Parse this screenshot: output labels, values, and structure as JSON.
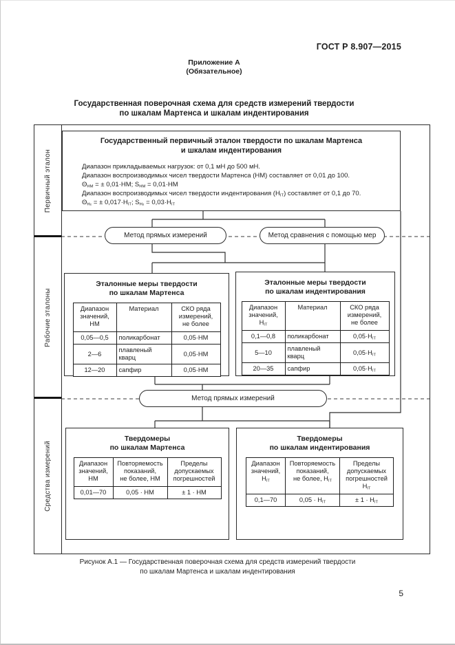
{
  "page": {
    "standard": "ГОСТ Р 8.907—2015",
    "annex": "Приложение А",
    "annex_type": "(Обязательное)",
    "title": "Государственная поверочная схема для средств измерений твердости\nпо шкалам Мартенса и шкалам индентирования",
    "caption": "Рисунок А.1 — Государственная поверочная схема для средств измерений твердости\nпо шкалам Мартенса и шкалам индентирования",
    "page_number": "5"
  },
  "fields": {
    "primary": "Первичный эталон",
    "working": "Рабочие эталоны",
    "instruments": "Средства измерений"
  },
  "primary_block": {
    "title": "Государственный первичный эталон твердости по шкалам Мартенса\nи шкалам индентирования",
    "lines": [
      "Диапазон прикладываемых нагрузок: от 0,1 мН до 500 мН.",
      "Диапазон воспроизводимых чисел твердости Мартенса (HM) составляет от 0,01 до 100.",
      "Θ~HM~ = ± 0,01·HM; S~HM~ = 0,01·HM",
      "Диапазон воспроизводимых чисел твердости индентирования (H~IT~) составляет от 0,1 до 70.",
      "Θ~Hᵢₜ~ = ± 0,017·H~IT~; S~Hᵢₜ~ = 0,03·H~IT~"
    ]
  },
  "methods": {
    "direct1": "Метод прямых измерений",
    "comparison": "Метод сравнения с помощью мер",
    "direct2": "Метод прямых измерений"
  },
  "standard_measures_martens": {
    "title": "Эталонные меры твердости\nпо шкалам Мартенса",
    "headers": [
      "Диапазон\nзначений,\nHM",
      "Материал",
      "СКО ряда\nизмерений,\nне более"
    ],
    "rows": [
      [
        "0,05—0,5",
        "поликарбонат",
        "0,05·HM"
      ],
      [
        "2—6",
        "плавленый\nкварц",
        "0,05·HM"
      ],
      [
        "12—20",
        "сапфир",
        "0,05·HM"
      ]
    ]
  },
  "standard_measures_indentation": {
    "title": "Эталонные меры твердости\nпо шкалам индентирования",
    "headers": [
      "Диапазон\nзначений,\nH~IT~",
      "Материал",
      "СКО ряда\nизмерений,\nне более"
    ],
    "rows": [
      [
        "0,1—0,8",
        "поликарбонат",
        "0,05·H~IT~"
      ],
      [
        "5—10",
        "плавленый\nкварц",
        "0,05·H~IT~"
      ],
      [
        "20—35",
        "сапфир",
        "0,05·H~IT~"
      ]
    ]
  },
  "hardness_testers_martens": {
    "title": "Твердомеры\nпо шкалам Мартенса",
    "headers": [
      "Диапазон\nзначений,\nHM",
      "Повторяемость\nпоказаний,\nне более, HM",
      "Пределы\nдопускаемых\nпогрешностей"
    ],
    "rows": [
      [
        "0,01—70",
        "0,05 · HM",
        "± 1 · HM"
      ]
    ]
  },
  "hardness_testers_indentation": {
    "title": "Твердомеры\nпо шкалам индентирования",
    "headers": [
      "Диапазон\nзначений,\nH~IT~",
      "Повторяемость\nпоказаний,\nне более, H~IT~",
      "Пределы\nдопускаемых\nпогрешностей\nH~IT~"
    ],
    "rows": [
      [
        "0,1—70",
        "0,05 · H~IT~",
        "± 1 · H~IT~"
      ]
    ]
  }
}
